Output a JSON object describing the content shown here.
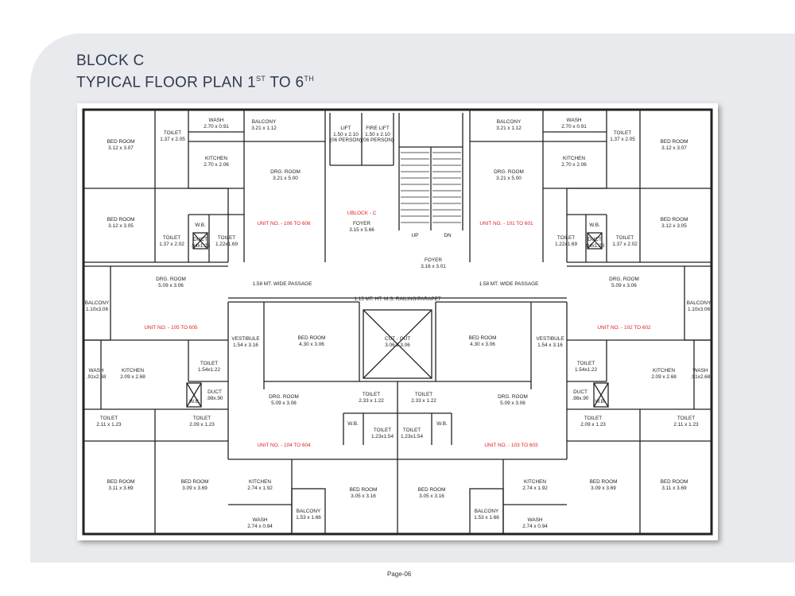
{
  "header": {
    "line1": "BLOCK C",
    "line2_pre": "TYPICAL FLOOR PLAN 1",
    "sup1": "ST",
    "line2_mid": " TO 6",
    "sup2": "TH"
  },
  "page_label": "Page-06",
  "plan": {
    "labels": {
      "tl_bed1": [
        "BED ROOM",
        "3.12 x 3.07"
      ],
      "tl_toilet1": [
        "TOILET",
        "1.37 x 2.05"
      ],
      "tl_wash": [
        "WASH",
        "2.70 x 0.91"
      ],
      "tl_balcony": [
        "BALCONY",
        "3.21 x 1.12"
      ],
      "tl_kitchen": [
        "KITCHEN",
        "2.70 x 2.06"
      ],
      "tl_drg": [
        "DRG. ROOM",
        "3.21 x 5.00"
      ],
      "tl_bed2": [
        "BED ROOM",
        "3.12 x 3.05"
      ],
      "tl_toilet2": [
        "TOILET",
        "1.37 x 2.02"
      ],
      "tl_wb": [
        "W.B."
      ],
      "tl_duct": [
        "DUCT",
        ".94x1.23"
      ],
      "tl_toilet3": [
        "TOILET",
        "1.22x1.69"
      ],
      "tl_unit": [
        "UNIT NO. - 106 TO 606"
      ],
      "lift": [
        "LIFT",
        "1.50 x 2.10",
        "(06 PERSON)"
      ],
      "fire_lift": [
        "FIRE LIFT",
        "1.50 x 2.10",
        "(06 PERSON)"
      ],
      "ublock": [
        "UBLOCK - C"
      ],
      "foyer1": [
        "FOYER",
        "3.15 x 5.66"
      ],
      "up": [
        "UP"
      ],
      "dn": [
        "DN"
      ],
      "foyer2": [
        "FOYER",
        "3.16 x 3.01"
      ],
      "tr_balcony": [
        "BALCONY",
        "3.21 x 1.12"
      ],
      "tr_wash": [
        "WASH",
        "2.70 x 0.91"
      ],
      "tr_toilet1": [
        "TOILET",
        "1.37 x 2.05"
      ],
      "tr_bed1": [
        "BED ROOM",
        "3.12 x 3.07"
      ],
      "tr_kitchen": [
        "KITCHEN",
        "2.70 x 2.06"
      ],
      "tr_drg": [
        "DRG. ROOM",
        "3.21 x 5.00"
      ],
      "tr_unit": [
        "UNIT NO. - 101 TO 601"
      ],
      "tr_wb": [
        "W.B."
      ],
      "tr_bed2": [
        "BED ROOM",
        "3.12 x 3.05"
      ],
      "tr_toilet2": [
        "TOILET",
        "1.22x1.69"
      ],
      "tr_duct": [
        "DUCT",
        ".94x1.23"
      ],
      "tr_toilet3": [
        "TOILET",
        "1.37 x 2.02"
      ],
      "passage_l": [
        "1.58 MT. WIDE PASSAGE"
      ],
      "passage_r": [
        "1.58 MT. WIDE PASSAGE"
      ],
      "railing": [
        "1.15 MT. HT. M.S. RAILING/PARAPET"
      ],
      "ml_drg": [
        "DRG. ROOM",
        "5.09 x 3.06"
      ],
      "ml_balcony": [
        "BALCONY",
        "1.10x3.06"
      ],
      "ml_unit": [
        "UNIT NO. - 105 TO 605"
      ],
      "ml_vest": [
        "VESTIBULE",
        "1.54 x 3.16"
      ],
      "ml_bed": [
        "BED ROOM",
        "4.30 x 3.06"
      ],
      "cut_out": [
        "CUT - OUT",
        "3.06 x 3.06"
      ],
      "mr_bed": [
        "BED ROOM",
        "4.30 x 3.06"
      ],
      "mr_vest": [
        "VESTIBULE",
        "1.54 x 3.16"
      ],
      "mr_drg": [
        "DRG. ROOM",
        "5.09 x 3.06"
      ],
      "mr_unit": [
        "UNIT NO. - 102 TO 602"
      ],
      "mr_balcony": [
        "BALCONY",
        "1.10x3.06"
      ],
      "l_wash": [
        "WASH",
        ".91x2.68"
      ],
      "l_kitchen": [
        "KITCHEN",
        "2.09 x 2.68"
      ],
      "l_toilet_s": [
        "TOILET",
        "1.54x1.22"
      ],
      "l_duct": [
        "DUCT",
        ".98x.90"
      ],
      "l_wb": [
        "W.B."
      ],
      "l_toilet_a": [
        "TOILET",
        "2.11 x 1.23"
      ],
      "l_toilet_b": [
        "TOILET",
        "2.09 x 1.23"
      ],
      "c_drg_l": [
        "DRG. ROOM",
        "5.09 x 3.06"
      ],
      "c_toilet_l1": [
        "TOILET",
        "2.33 x 1.22"
      ],
      "c_toilet_r1": [
        "TOILET",
        "2.33 x 1.22"
      ],
      "c_drg_r": [
        "DRG. ROOM",
        "5.09 x 3.06"
      ],
      "c_wb_l": [
        "W.B."
      ],
      "c_toilet_l2": [
        "TOILET",
        "1.23x1.54"
      ],
      "c_toilet_r2": [
        "TOILET",
        "1.23x1.54"
      ],
      "c_wb_r": [
        "W.B."
      ],
      "unit_104": [
        "UNIT NO. - 104 TO 604"
      ],
      "unit_103": [
        "UNIT NO. - 103 TO 603"
      ],
      "r_toilet_s": [
        "TOILET",
        "1.54x1.22"
      ],
      "r_duct": [
        "DUCT",
        ".98x.90"
      ],
      "r_wb": [
        "W.B."
      ],
      "r_kitchen": [
        "KITCHEN",
        "2.09 x 2.68"
      ],
      "r_wash": [
        "WASH",
        ".91x2.68"
      ],
      "r_toilet_b": [
        "TOILET",
        "2.09 x 1.23"
      ],
      "r_toilet_a": [
        "TOILET",
        "2.11 x 1.23"
      ],
      "bl_bed1": [
        "BED ROOM",
        "3.11 x 3.69"
      ],
      "bl_bed2": [
        "BED ROOM",
        "3.09 x 3.69"
      ],
      "bl_kitchen": [
        "KITCHEN",
        "2.74 x 1.92"
      ],
      "bl_wash": [
        "WASH",
        "2.74 x 0.94"
      ],
      "bl_balcony": [
        "BALCONY",
        "1.53 x 1.66"
      ],
      "bl_bed3": [
        "BED ROOM",
        "3.05 x 3.16"
      ],
      "br_bed3": [
        "BED ROOM",
        "3.05 x 3.16"
      ],
      "br_balcony": [
        "BALCONY",
        "1.53 x 1.66"
      ],
      "br_kitchen": [
        "KITCHEN",
        "2.74 x 1.92"
      ],
      "br_wash": [
        "WASH",
        "2.74 x 0.94"
      ],
      "br_bed2": [
        "BED ROOM",
        "3.09 x 3.69"
      ],
      "br_bed1": [
        "BED ROOM",
        "3.11 x 3.69"
      ]
    }
  }
}
